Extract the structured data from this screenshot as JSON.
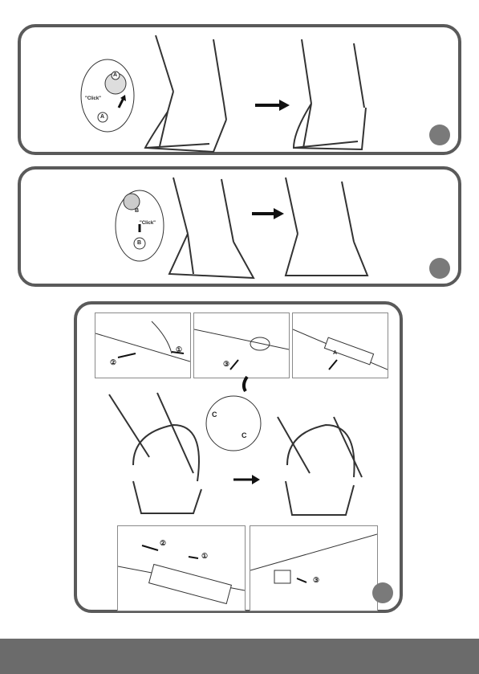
{
  "panels": [
    {
      "id": "frame-height-step",
      "callout_text": "\"Click\"",
      "callout_letters": [
        "A",
        "A"
      ]
    },
    {
      "id": "frame-unfold-step",
      "callout_text": "\"Click\"",
      "callout_letters": [
        "B",
        "B"
      ]
    },
    {
      "id": "seat-attach-step",
      "callout_letters": [
        "C",
        "C"
      ],
      "markers": [
        "A"
      ]
    }
  ],
  "step_numbers": [
    "①",
    "②",
    "③"
  ],
  "colors": {
    "border": "#5a5a5a",
    "dot": "#7a7a7a",
    "footer": "#6b6b6b",
    "line": "#222222"
  }
}
